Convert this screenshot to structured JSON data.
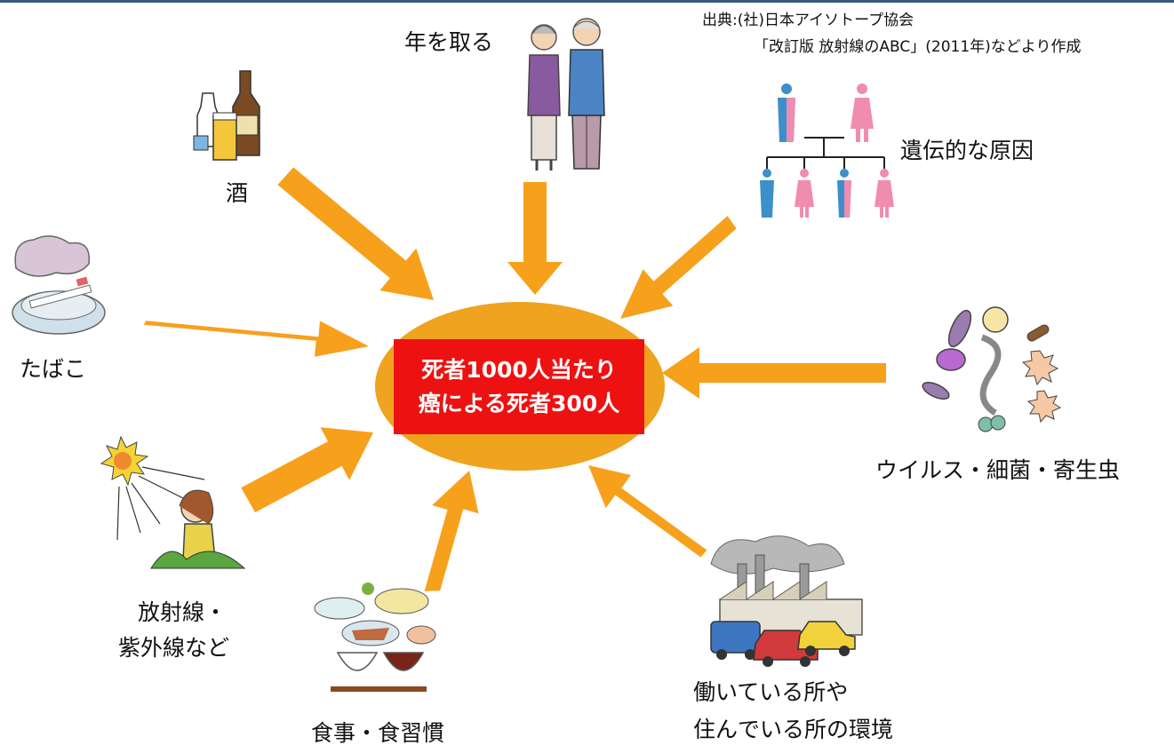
{
  "source": {
    "line1": "出典:(社)日本アイソトープ協会",
    "line2": "「改訂版 放射線のABC」(2011年)などより作成"
  },
  "center": {
    "line1": "死者1000人当たり",
    "line2": "癌による死者300人"
  },
  "factors": {
    "aging": "年を取る",
    "alcohol": "酒",
    "genetic": "遺伝的な原因",
    "tobacco": "たばこ",
    "microbes": "ウイルス・細菌・寄生虫",
    "radiation_line1": "放射線・",
    "radiation_line2": "紫外線など",
    "diet": "食事・食習慣",
    "environment_line1": "働いている所や",
    "environment_line2": "住んでいる所の環境"
  },
  "colors": {
    "arrow": "#f7a01c",
    "ellipse": "#efa31f",
    "center_box": "#ee1111",
    "male": "#3d8fcc",
    "female": "#f08cb0"
  }
}
